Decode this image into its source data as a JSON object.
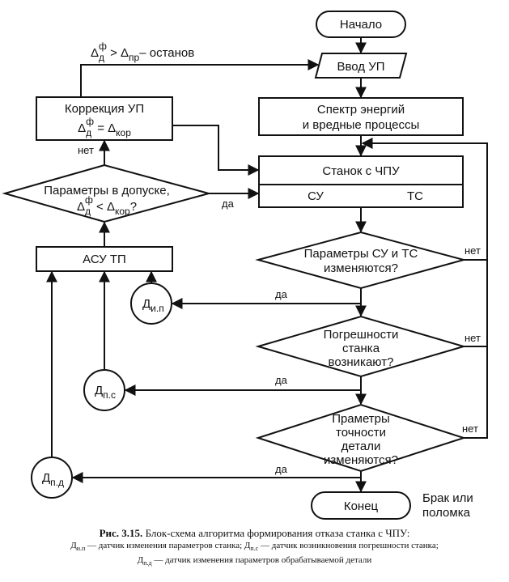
{
  "nodes": {
    "start": "Начало",
    "input": "Ввод УП",
    "spectrum_1": "Спектр энергий",
    "spectrum_2": "и вредные процессы",
    "machine": "Станок с ЧПУ",
    "su": "СУ",
    "ts": "ТС",
    "q1_1": "Параметры СУ и ТС",
    "q1_2": "изменяются?",
    "q2_1": "Погрешности",
    "q2_2": "станка",
    "q2_3": "возникают?",
    "q3_1": "Праметры",
    "q3_2": "точности",
    "q3_3": "детали",
    "q3_4": "изменяются?",
    "end": "Конец",
    "asu": "АСУ ТП",
    "check_1": "Параметры в допуске,",
    "correction": "Коррекция УП",
    "sensor_ip": "Д",
    "sensor_ip_sub": "и.п",
    "sensor_ps": "Д",
    "sensor_ps_sub": "п.с",
    "sensor_pd": "Д",
    "sensor_pd_sub": "п.д"
  },
  "edges": {
    "yes": "да",
    "no": "нет",
    "stop": "– останов",
    "reject_1": "Брак или",
    "reject_2": "поломка"
  },
  "caption": {
    "fig_label": "Рис. 3.15.",
    "title": "Блок-схема алгоритма формирования отказа станка с ЧПУ:",
    "d_ip": "Д",
    "d_ip_sub": "и.п",
    "d_ip_text": "— датчик изменения параметров станка;",
    "d_ps": "Д",
    "d_ps_sub": "п.с",
    "d_ps_text": "— датчик возникновения погрешности станка;",
    "d_pd": "Д",
    "d_pd_sub": "п.д",
    "d_pd_text": "— датчик изменения параметров обрабатываемой детали"
  }
}
